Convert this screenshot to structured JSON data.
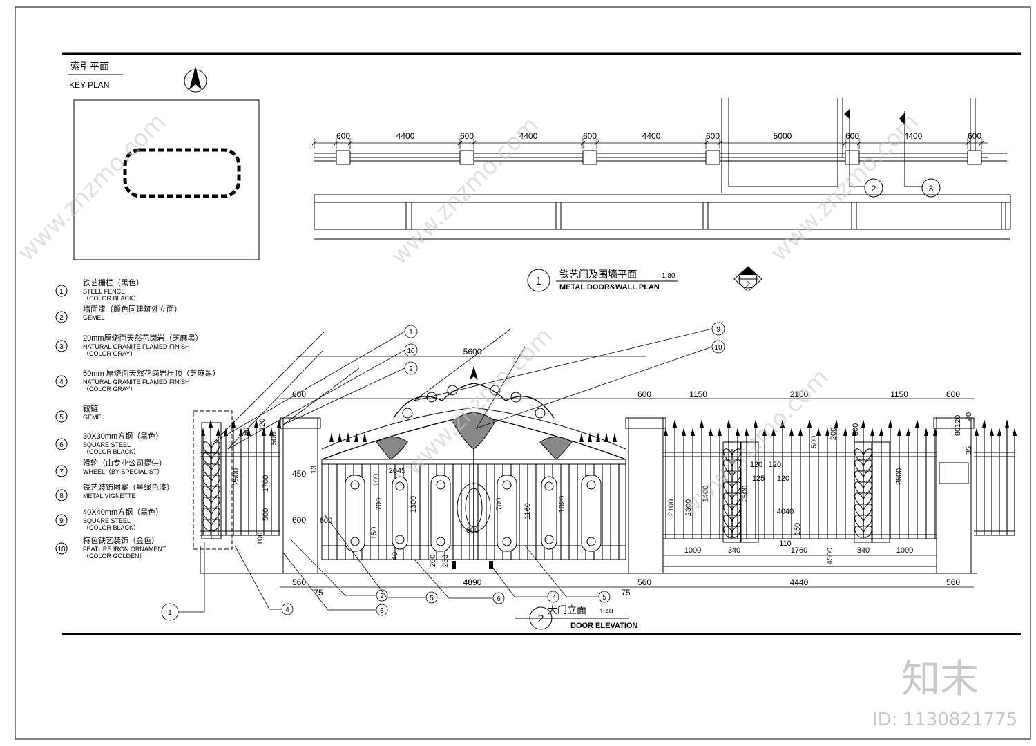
{
  "key_plan": {
    "title_cn": "索引平面",
    "title_en": "KEY PLAN"
  },
  "legend": [
    {
      "num": "1",
      "cn": "铁艺栅栏（黑色）",
      "en1": "STEEL FENCE",
      "en2": "（COLOR BLACK）"
    },
    {
      "num": "2",
      "cn": "墙面漆（颜色同建筑外立面）",
      "en1": "GEMEL",
      "en2": ""
    },
    {
      "num": "3",
      "cn": "20mm厚烧面天然花岗岩（芝麻黑）",
      "en1": "NATURAL GRANITE FLAMED FINISH",
      "en2": "（COLOR GRAY）"
    },
    {
      "num": "4",
      "cn": "50mm 厚烧面天然花岗岩压顶（芝麻黑）",
      "en1": "NATURAL GRANITE FLAMED FINISH",
      "en2": "（COLOR GRAY）"
    },
    {
      "num": "5",
      "cn": "铰链",
      "en1": "GEMEL",
      "en2": ""
    },
    {
      "num": "6",
      "cn": "30X30mm方钢（黑色）",
      "en1": "SQUARE STEEL",
      "en2": "（COLOR BLACK）"
    },
    {
      "num": "7",
      "cn": "滑轮（由专业公司提供）",
      "en1": "WHEEL（BY SPECIALIST）",
      "en2": ""
    },
    {
      "num": "8",
      "cn": "铁艺装饰图案（墨绿色漆）",
      "en1": "METAL VIGNETTE",
      "en2": ""
    },
    {
      "num": "9",
      "cn": "40X40mm方钢（黑色）",
      "en1": "SQUARE STEEL",
      "en2": "（COLOR BLACK）"
    },
    {
      "num": "10",
      "cn": "特色铁艺装饰（金色）",
      "en1": "FEATURE IRON ORNAMENT",
      "en2": "（COLOR GOLDEN）"
    }
  ],
  "plan_view": {
    "title_cn": "铁艺门及围墙平面",
    "scale": "1:80",
    "title_en": "METAL DOOR&WALL PLAN",
    "number": "1",
    "section_marker": "2",
    "callouts": [
      "2",
      "3"
    ],
    "dims": [
      "600",
      "4400",
      "600",
      "4400",
      "600",
      "4400",
      "600",
      "5000",
      "600",
      "4400",
      "600"
    ]
  },
  "elevation": {
    "title_cn": "大门立面",
    "scale": "1:40",
    "title_en": "DOOR ELEVATION",
    "number": "2",
    "top_callouts": [
      "1",
      "10",
      "2",
      "9",
      "10"
    ],
    "bottom_callouts": [
      "1",
      "4",
      "3",
      "2",
      "5",
      "6",
      "7",
      "5"
    ],
    "dim_overall": "5600",
    "dims_top": [
      "600",
      "600",
      "1150",
      "2100",
      "1150",
      "600"
    ],
    "dims_bottom": [
      "560",
      "4890",
      "560",
      "4440",
      "560"
    ],
    "dims_bottom_small": [
      "75",
      "75"
    ],
    "dims_fence_base": [
      "1000",
      "340",
      "1760",
      "340",
      "1000"
    ],
    "dims_vertical": [
      "2500",
      "1700",
      "500",
      "80",
      "120",
      "450",
      "600",
      "13",
      "500",
      "100",
      "4500",
      "2500",
      "2100",
      "2300",
      "1400",
      "2500",
      "80",
      "120",
      "40",
      "35"
    ],
    "dims_gate": [
      "2045",
      "700",
      "1300",
      "700",
      "1160",
      "1020",
      "100",
      "150",
      "600",
      "200",
      "233",
      "40"
    ],
    "dims_misc": [
      "120",
      "120",
      "125",
      "120",
      "4040",
      "150",
      "110",
      "500",
      "200",
      "500",
      "600"
    ]
  },
  "watermark": {
    "brand": "知末",
    "id_text": "ID: 1130821775",
    "url": "www.znzmo.com"
  }
}
